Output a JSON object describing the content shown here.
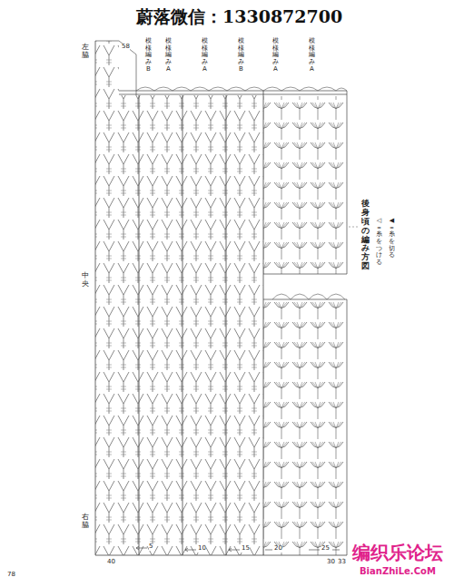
{
  "diagram": {
    "labels": [
      "蔚落微信：1330872700",
      "左脇",
      "58",
      "模様編みB",
      "模様編みA",
      "模様編みA",
      "模様編みB",
      "模様編みA",
      "模様編みA",
      "後身頃の編み方図",
      "◁＝糸をつける",
      "◀＝糸を切る",
      "中央",
      "右脇",
      "5",
      "10",
      "15",
      "20",
      "25",
      "30",
      "33",
      "40",
      "78",
      "编织乐论坛",
      "BianZhiLe.CoM"
    ]
  }
}
